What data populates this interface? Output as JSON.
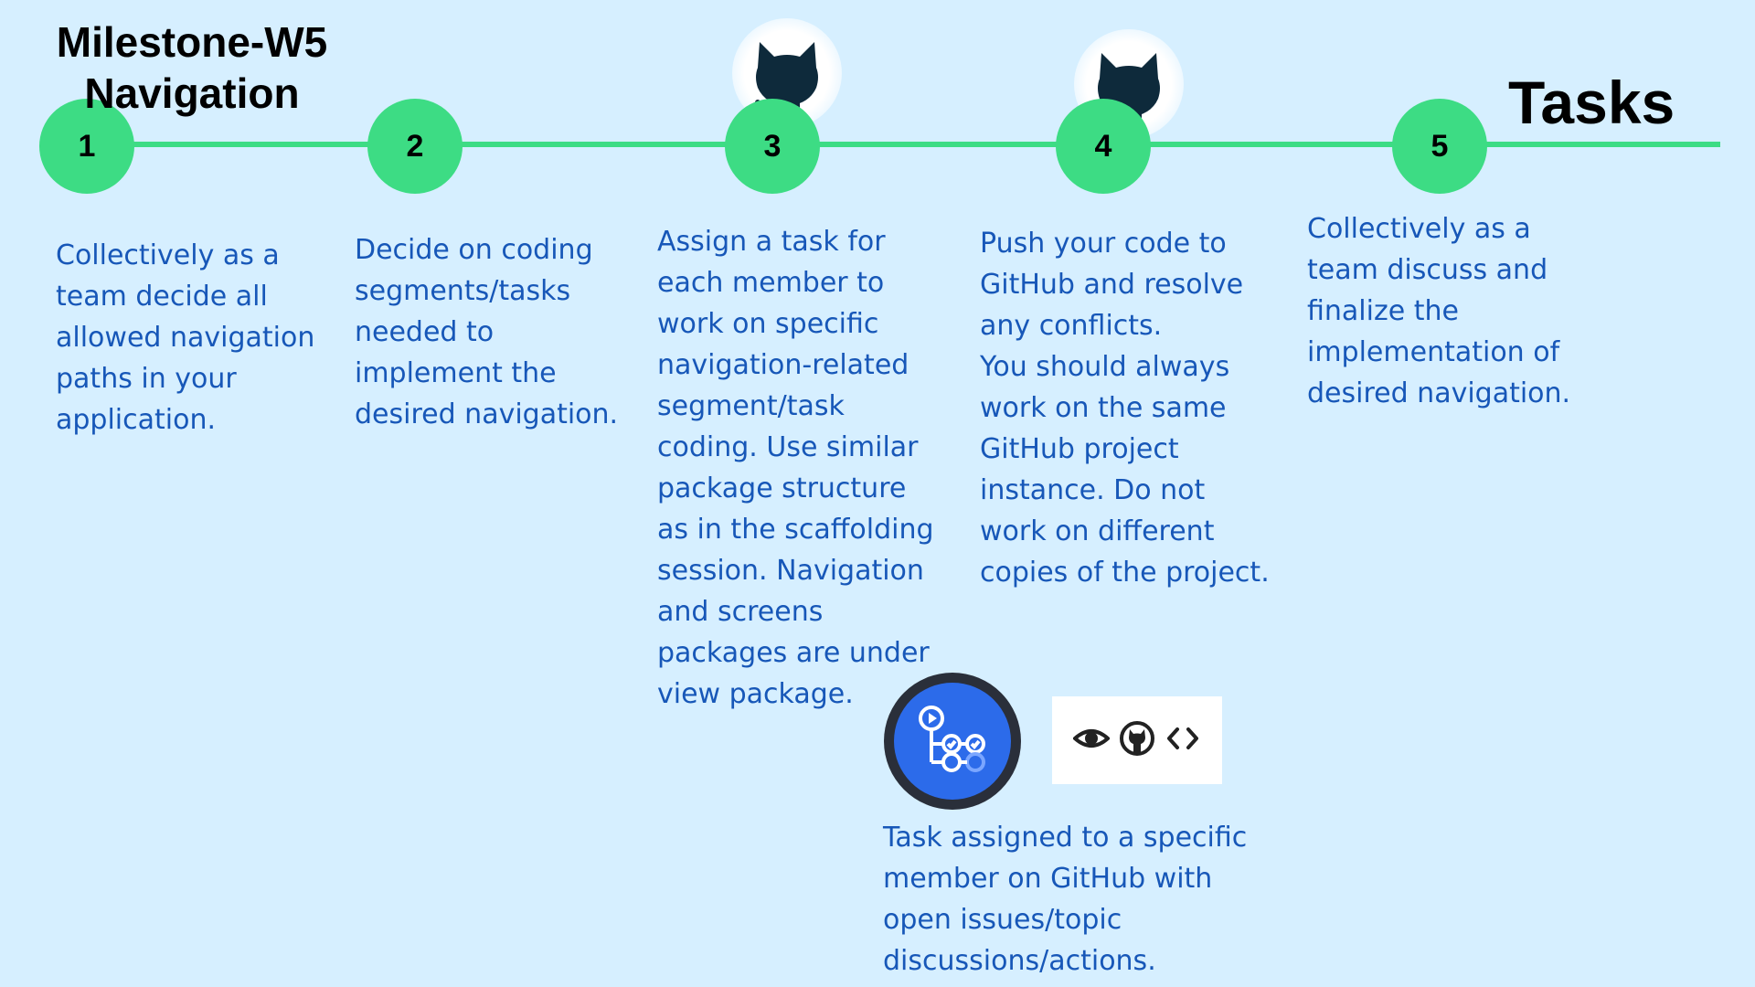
{
  "title": {
    "line1": "Milestone-W5",
    "line2": "Navigation"
  },
  "heading_right": "Tasks",
  "steps": [
    {
      "number": "1",
      "text": "Collectively as a\nteam decide all\nallowed navigation\npaths in your\napplication."
    },
    {
      "number": "2",
      "text": "Decide on coding\nsegments/tasks\nneeded to\nimplement the\ndesired navigation."
    },
    {
      "number": "3",
      "text": "Assign a task for\neach member to\nwork on specific\nnavigation-related\nsegment/task\ncoding. Use similar\npackage structure\nas in the scaffolding\nsession. Navigation\nand screens\npackages are under\nview package."
    },
    {
      "number": "4",
      "text": "Push your code to\nGitHub and resolve\nany conflicts.\nYou should always\nwork on the same\nGitHub project\ninstance. Do not\nwork on different\ncopies of the project."
    },
    {
      "number": "5",
      "text": "Collectively as a\nteam discuss and\nfinalize the\nimplementation of\ndesired navigation."
    }
  ],
  "caption": "Task assigned to a specific\nmember on GitHub with\nopen issues/topic\ndiscussions/actions.",
  "icons": {
    "github_cat_1": "github-octocat-icon",
    "github_cat_2": "github-octocat-icon",
    "actions": "github-actions-icon",
    "eye": "eye-icon",
    "github": "github-icon",
    "code": "code-brackets-icon"
  },
  "colors": {
    "background": "#d6efff",
    "accent_green": "#3ddc84",
    "text_blue": "#1757b8",
    "actions_blue": "#2c6bea"
  }
}
